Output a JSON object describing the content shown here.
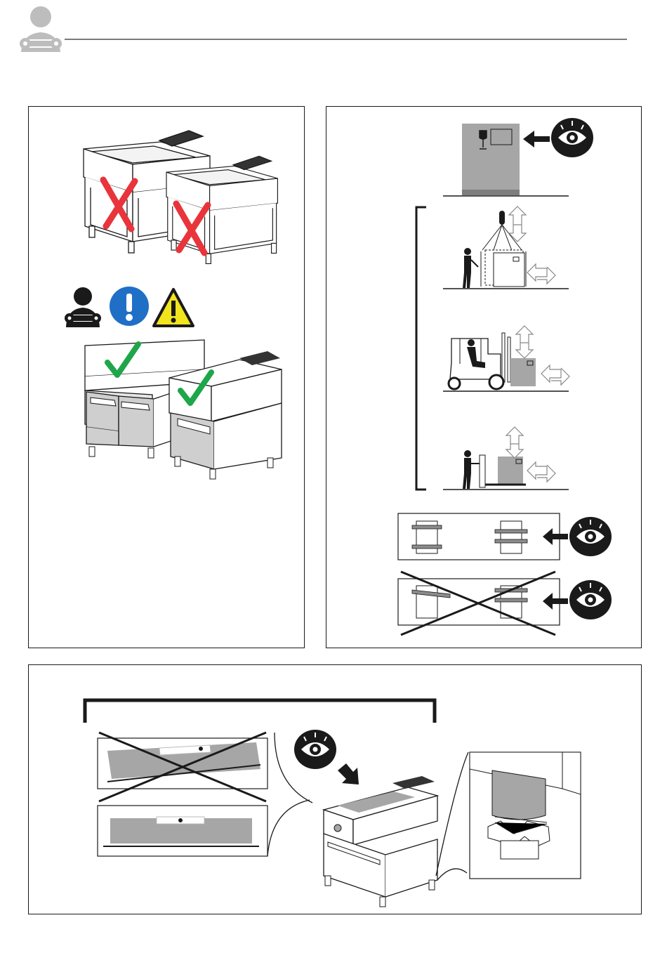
{
  "colors": {
    "header_icon": "#bdbdbd",
    "cross_red": "#e8343b",
    "check_green": "#1fa64a",
    "info_blue": "#1f6fc7",
    "warning_yellow": "#f2e41d",
    "crate_gray": "#a6a6a6",
    "line_black": "#1a1a1a"
  },
  "header": {
    "icon": "technician-icon"
  },
  "panels": {
    "top_left": {
      "icons": [
        "technician-icon",
        "mandatory-info-icon",
        "warning-triangle-icon"
      ],
      "wrong_marks": 2,
      "correct_marks": 2
    },
    "top_right": {
      "icons": [
        "eye-icon",
        "eye-icon",
        "eye-icon"
      ],
      "handling_methods": [
        "crane-lifting",
        "forklift",
        "pallet-stacker"
      ]
    },
    "bottom": {
      "icons": [
        "eye-icon"
      ]
    }
  }
}
